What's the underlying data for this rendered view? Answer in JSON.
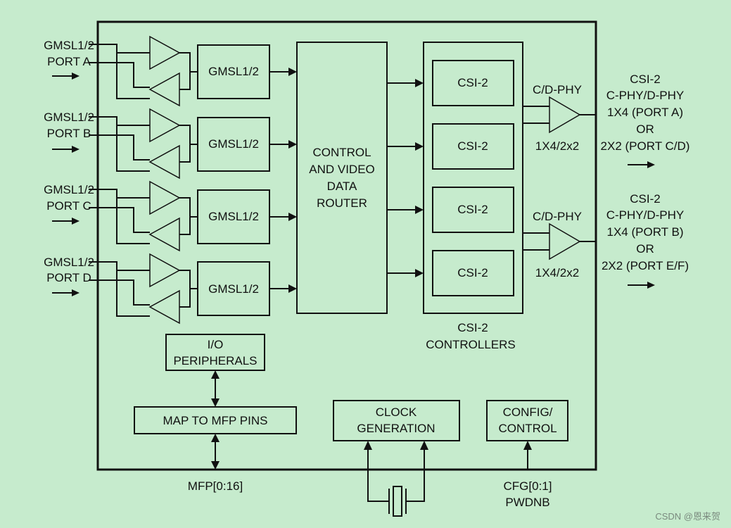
{
  "inputs": [
    {
      "line1": "GMSL1/2",
      "line2": "PORT A"
    },
    {
      "line1": "GMSL1/2",
      "line2": "PORT B"
    },
    {
      "line1": "GMSL1/2",
      "line2": "PORT C"
    },
    {
      "line1": "GMSL1/2",
      "line2": "PORT D"
    }
  ],
  "gmsl_blocks": [
    "GMSL1/2",
    "GMSL1/2",
    "GMSL1/2",
    "GMSL1/2"
  ],
  "router": {
    "line1": "CONTROL",
    "line2": "AND VIDEO",
    "line3": "DATA",
    "line4": "ROUTER"
  },
  "csi_blocks": [
    "CSI-2",
    "CSI-2",
    "CSI-2",
    "CSI-2"
  ],
  "csi_controllers": {
    "line1": "CSI-2",
    "line2": "CONTROLLERS"
  },
  "phy": [
    {
      "top": "C/D-PHY",
      "bottom": "1X4/2x2"
    },
    {
      "top": "C/D-PHY",
      "bottom": "1X4/2x2"
    }
  ],
  "outputs": [
    {
      "line1": "CSI-2",
      "line2": "C-PHY/D-PHY",
      "line3": "1X4 (PORT A)",
      "line4": "OR",
      "line5": "2X2 (PORT C/D)"
    },
    {
      "line1": "CSI-2",
      "line2": "C-PHY/D-PHY",
      "line3": "1X4 (PORT B)",
      "line4": "OR",
      "line5": "2X2 (PORT E/F)"
    }
  ],
  "io_peripherals": {
    "line1": "I/O",
    "line2": "PERIPHERALS"
  },
  "map_mfp": "MAP TO MFP PINS",
  "clock": {
    "line1": "CLOCK",
    "line2": "GENERATION"
  },
  "config": {
    "line1": "CONFIG/",
    "line2": "CONTROL"
  },
  "pins": {
    "mfp": "MFP[0:16]",
    "cfg": "CFG[0:1]",
    "pwdnb": "PWDNB"
  },
  "watermark": "CSDN @恩来贺",
  "colors": {
    "background": "#c6ebcd",
    "ink": "#111111"
  }
}
